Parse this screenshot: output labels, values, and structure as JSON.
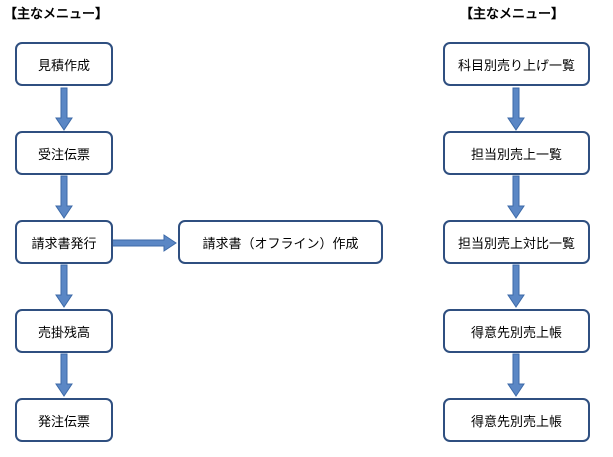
{
  "headings": {
    "left": "【主なメニュー】",
    "right": "【主なメニュー】"
  },
  "left_column": [
    "見積作成",
    "受注伝票",
    "請求書発行",
    "売掛残高",
    "発注伝票"
  ],
  "branch": "請求書（オフライン）作成",
  "right_column": [
    "科目別売り上げ一覧",
    "担当別売上一覧",
    "担当別売上対比一覧",
    "得意先別売上帳",
    "得意先別売上帳"
  ],
  "colors": {
    "box_border": "#2f4f80",
    "arrow_fill": "#5b87c5",
    "arrow_stroke": "#3d6aa8"
  }
}
